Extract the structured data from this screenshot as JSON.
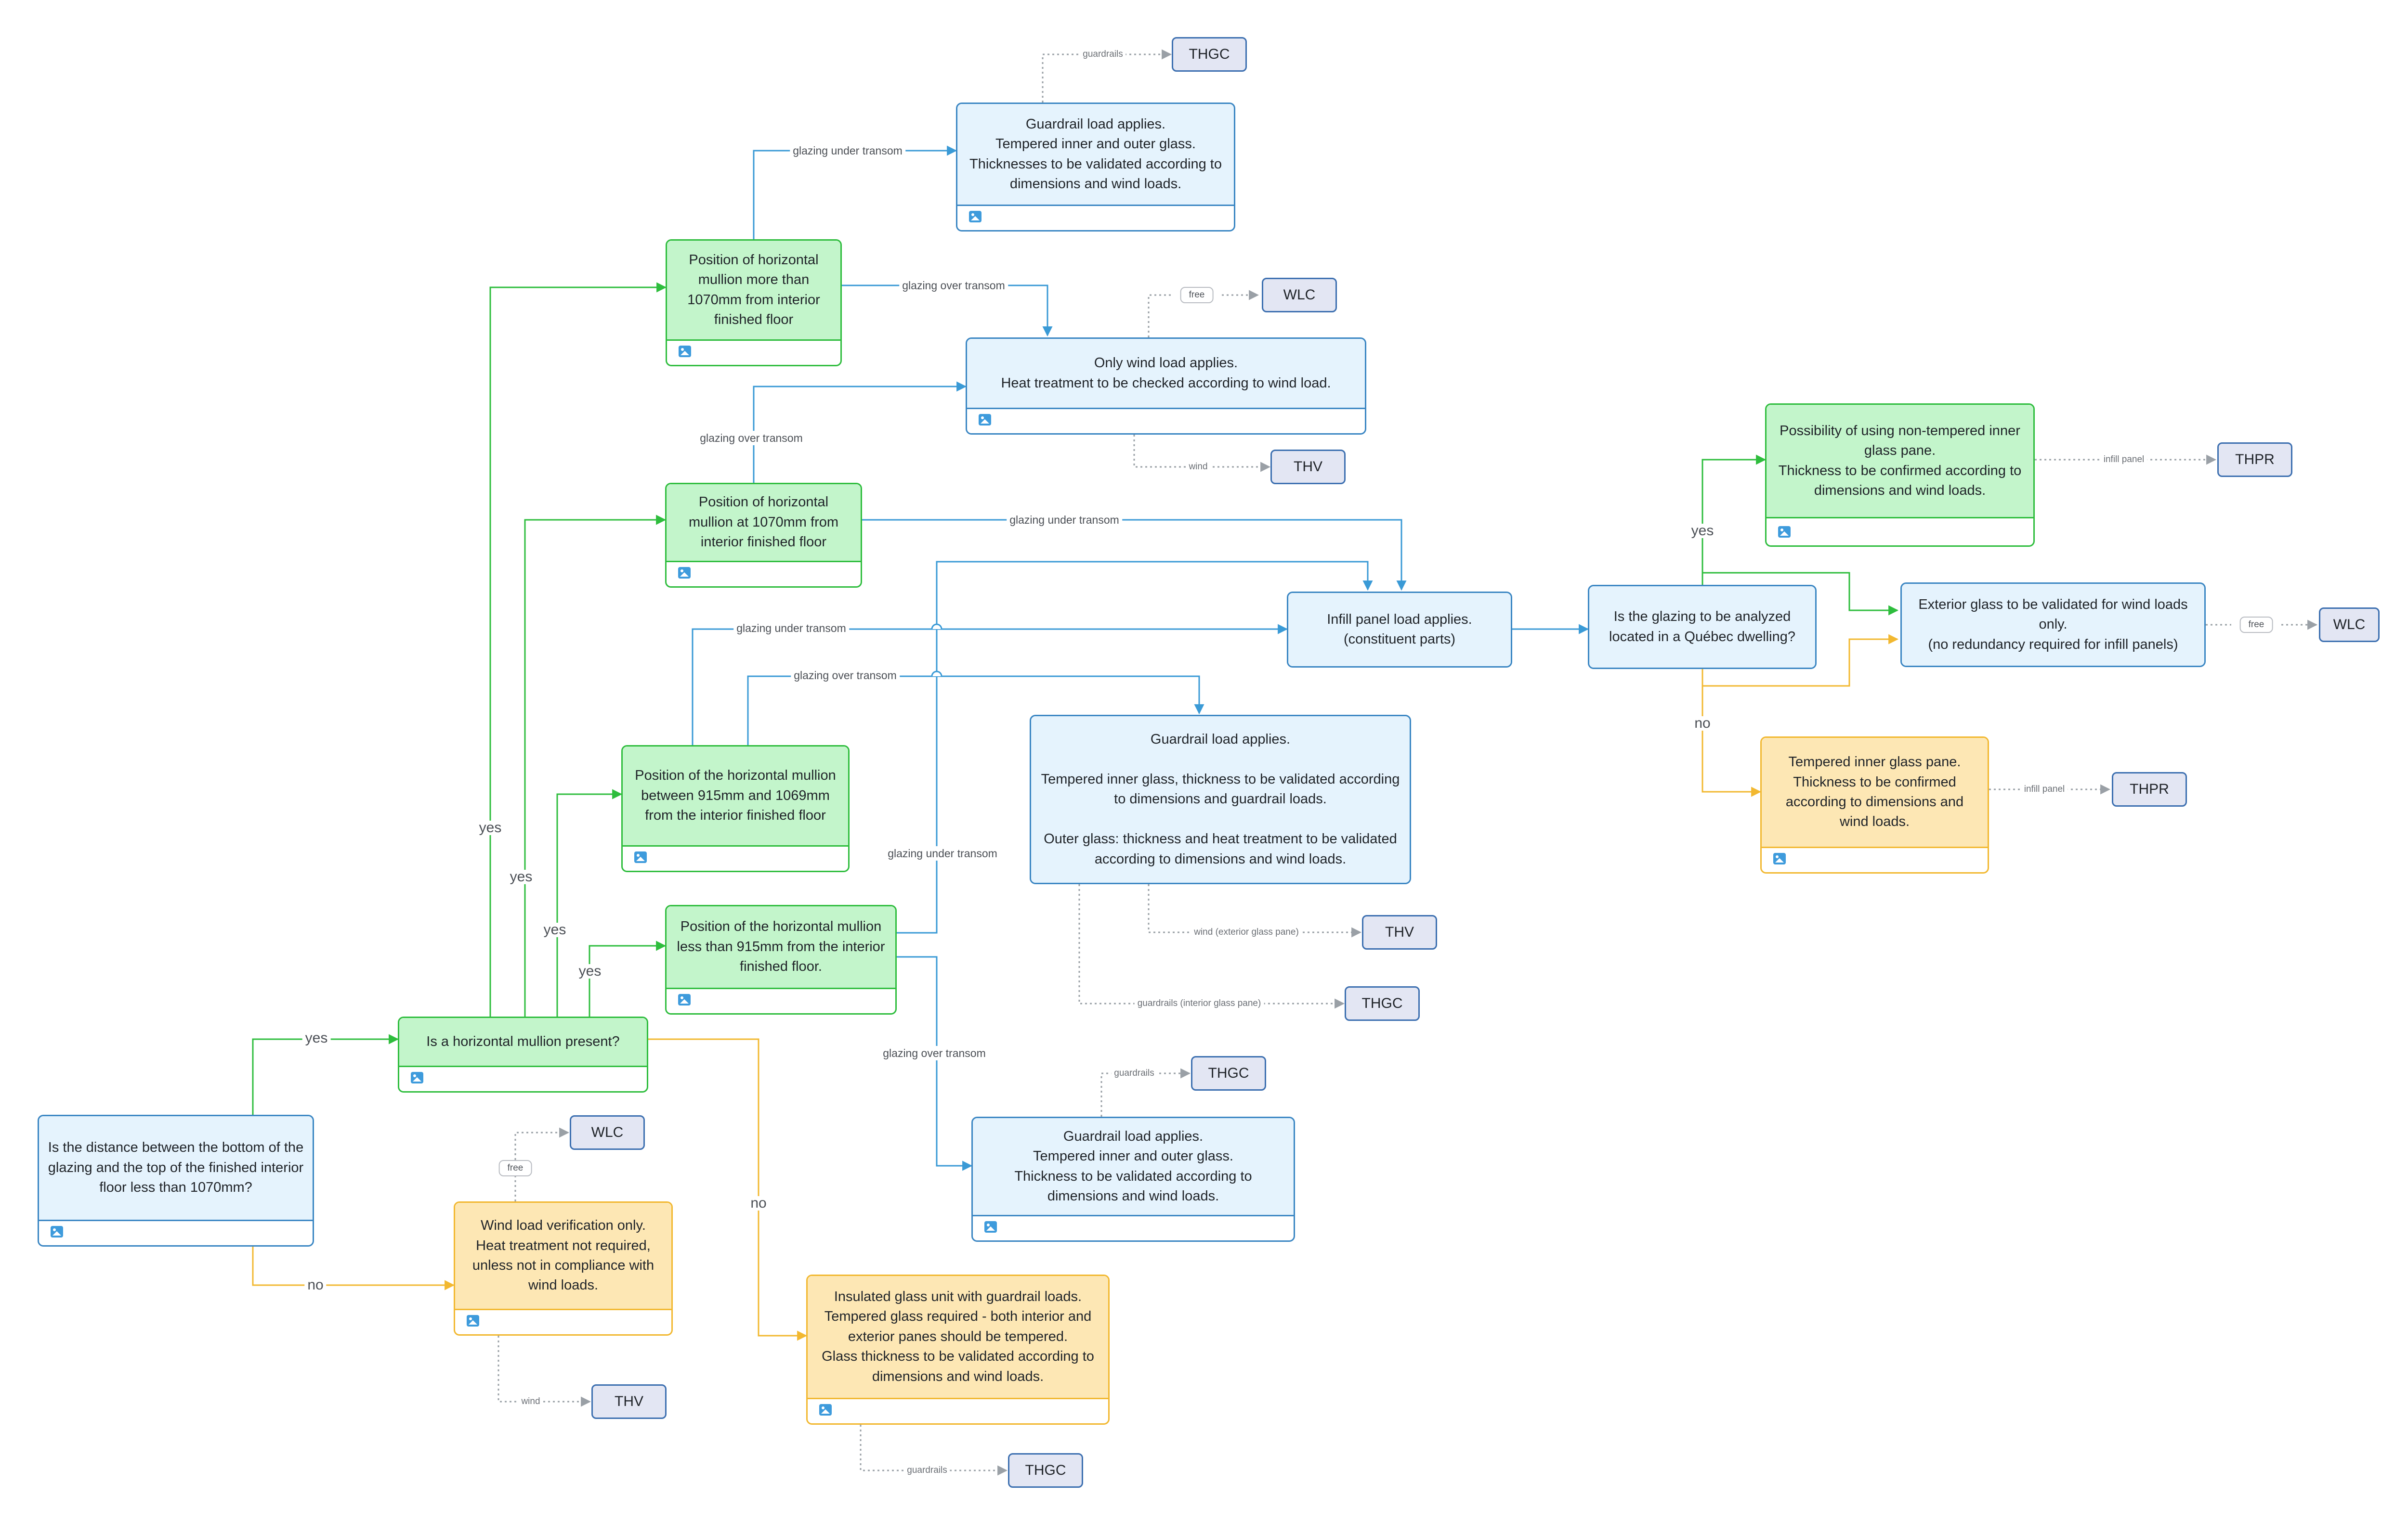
{
  "nodes": {
    "start": "Is the distance between the bottom of the glazing and the top of the finished interior floor less than 1070mm?",
    "mullion_present": "Is a horizontal mullion present?",
    "pos_more_1070": "Position of horizontal mullion more than 1070mm from interior finished floor",
    "pos_at_1070": "Position of horizontal mullion at 1070mm from interior finished floor",
    "pos_915_1069": "Position of the horizontal mullion between 915mm and 1069mm from the interior finished floor",
    "pos_less_915": "Position of the horizontal mullion less than 915mm from the interior finished floor.",
    "guardrail_top": "Guardrail load applies.\nTempered inner and outer glass.\nThicknesses to be validated according to dimensions and wind loads.",
    "wind_only": "Only wind load applies.\nHeat treatment to be checked according to wind load.",
    "infill": "Infill panel load applies.\n(constituent parts)",
    "guardrail_mid": "Guardrail load applies.\n\nTempered inner glass, thickness to be validated according to dimensions and guardrail loads.\n\nOuter glass: thickness and heat treatment to be validated according to dimensions and wind loads.",
    "guardrail_low": "Guardrail load applies.\nTempered inner and outer glass.\nThickness to be validated according to dimensions and wind loads.",
    "wind_verif": "Wind load verification only.\nHeat treatment not required, unless not in compliance with wind loads.",
    "igu": "Insulated glass unit with guardrail loads.\nTempered glass required - both interior and exterior panes should be tempered.\nGlass thickness to be validated according to dimensions and wind loads.",
    "quebec": "Is the glazing to be analyzed located in a Québec dwelling?",
    "non_tempered": "Possibility of using non-tempered inner glass pane.\nThickness to be confirmed according to dimensions and wind loads.",
    "exterior": "Exterior glass to be validated for wind loads only.\n(no redundancy required for infill panels)",
    "tempered_inner": "Tempered inner glass pane.\nThickness to be confirmed according to dimensions and wind loads."
  },
  "tags": {
    "thgc": "THGC",
    "wlc": "WLC",
    "thv": "THV",
    "thpr": "THPR"
  },
  "labels": {
    "yes": "yes",
    "no": "no",
    "free": "free",
    "glazing_under_transom": "glazing under transom",
    "glazing_over_transom": "glazing over transom",
    "guardrails": "guardrails",
    "wind": "wind",
    "infill_panel": "infill panel",
    "wind_exterior": "wind (exterior glass pane)",
    "guardrails_interior": "guardrails (interior glass pane)"
  },
  "colors": {
    "blue_line": "#3a9ad6",
    "green_line": "#2ebd3d",
    "yellow_line": "#f2b830",
    "gray_line": "#9aa0a6"
  }
}
